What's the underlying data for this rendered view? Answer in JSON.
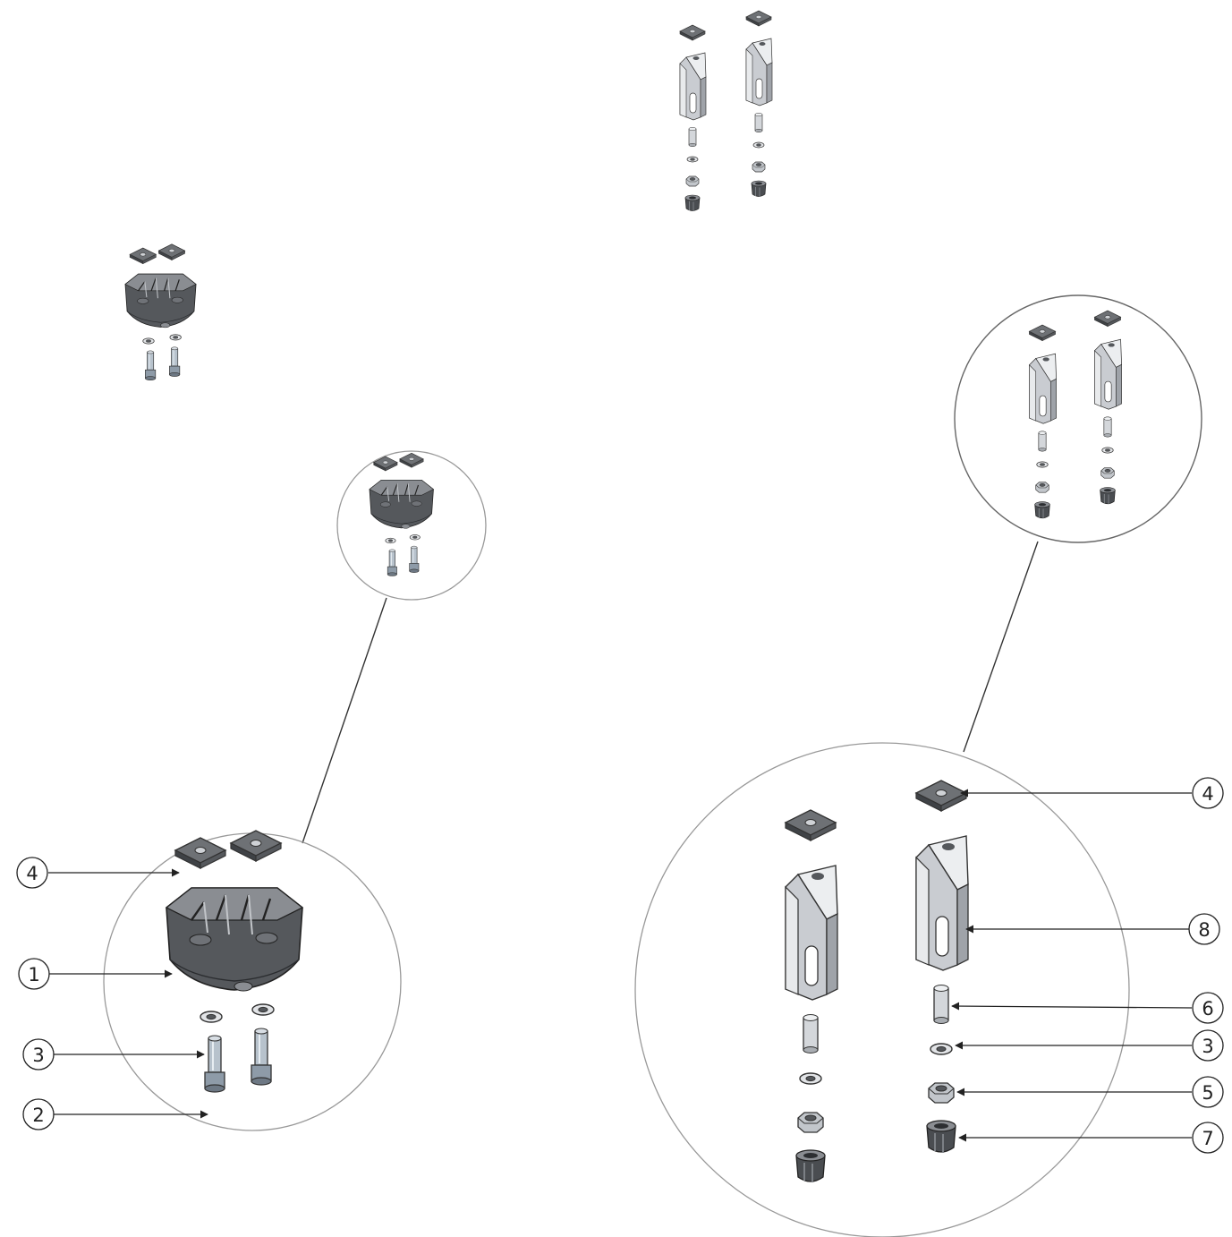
{
  "colors": {
    "background": "#ffffff",
    "line": "#333333",
    "detail_circle": "#999999",
    "dark_part": "#55585c",
    "dark_part_light": "#8a8d92",
    "steel": "#b8bcc2",
    "steel_light": "#e2e4e7",
    "bolt": "#a8b4c0"
  },
  "balloons": {
    "housing_left": "1",
    "screw_left": "2",
    "washer_left": "3",
    "pad_left": "4",
    "pad_right": "4",
    "bracket_right": "8",
    "pin_right": "6",
    "washer_right": "3",
    "nut_right": "5",
    "cap_right": "7"
  }
}
